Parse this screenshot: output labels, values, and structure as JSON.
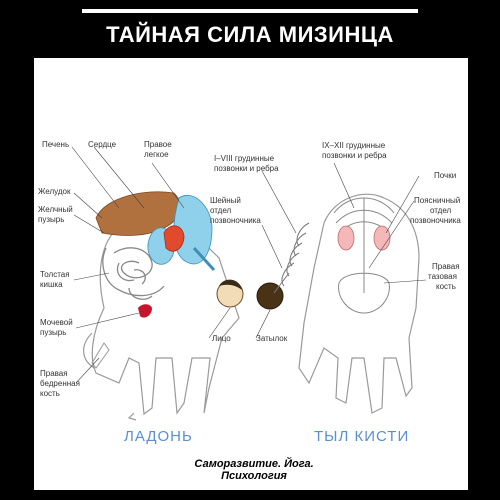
{
  "title": "ТАЙНАЯ СИЛА МИЗИНЦА",
  "colors": {
    "background": "#000000",
    "panel": "#ffffff",
    "caption": "#5b8fd0",
    "liver": "#b0713f",
    "lung": "#8fd0ea",
    "heart": "#e24a2e",
    "bladder": "#c7162b"
  },
  "labels": {
    "liver": "Печень",
    "heart": "Сердце",
    "right_lung_1": "Правое",
    "right_lung_2": "легкое",
    "stomach": "Желудок",
    "gallbladder_1": "Желчный",
    "gallbladder_2": "пузырь",
    "thoracic_1_8_1": "I–VIII грудинные",
    "thoracic_1_8_2": "позвонки и ребра",
    "cervical_1": "Шейный",
    "cervical_2": "отдел",
    "cervical_3": "позвоночника",
    "colon_1": "Толстая",
    "colon_2": "кишка",
    "bladder_1": "Мочевой",
    "bladder_2": "пузырь",
    "femur_1": "Правая",
    "femur_2": "бедренная",
    "femur_3": "кость",
    "face": "Лицо",
    "nape": "Затылок",
    "thoracic_9_12_1": "IX–XII грудинные",
    "thoracic_9_12_2": "позвонки и ребра",
    "kidneys": "Почки",
    "lumbar_1": "Поясничный",
    "lumbar_2": "отдел",
    "lumbar_3": "позвоночника",
    "pelvic_1": "Правая",
    "pelvic_2": "тазовая",
    "pelvic_3": "кость"
  },
  "captions": {
    "palm": "ЛАДОНЬ",
    "back": "ТЫЛ КИСТИ"
  },
  "logo": {
    "line1": "Самоpазвитие. Йога.",
    "line2": "Психология"
  }
}
